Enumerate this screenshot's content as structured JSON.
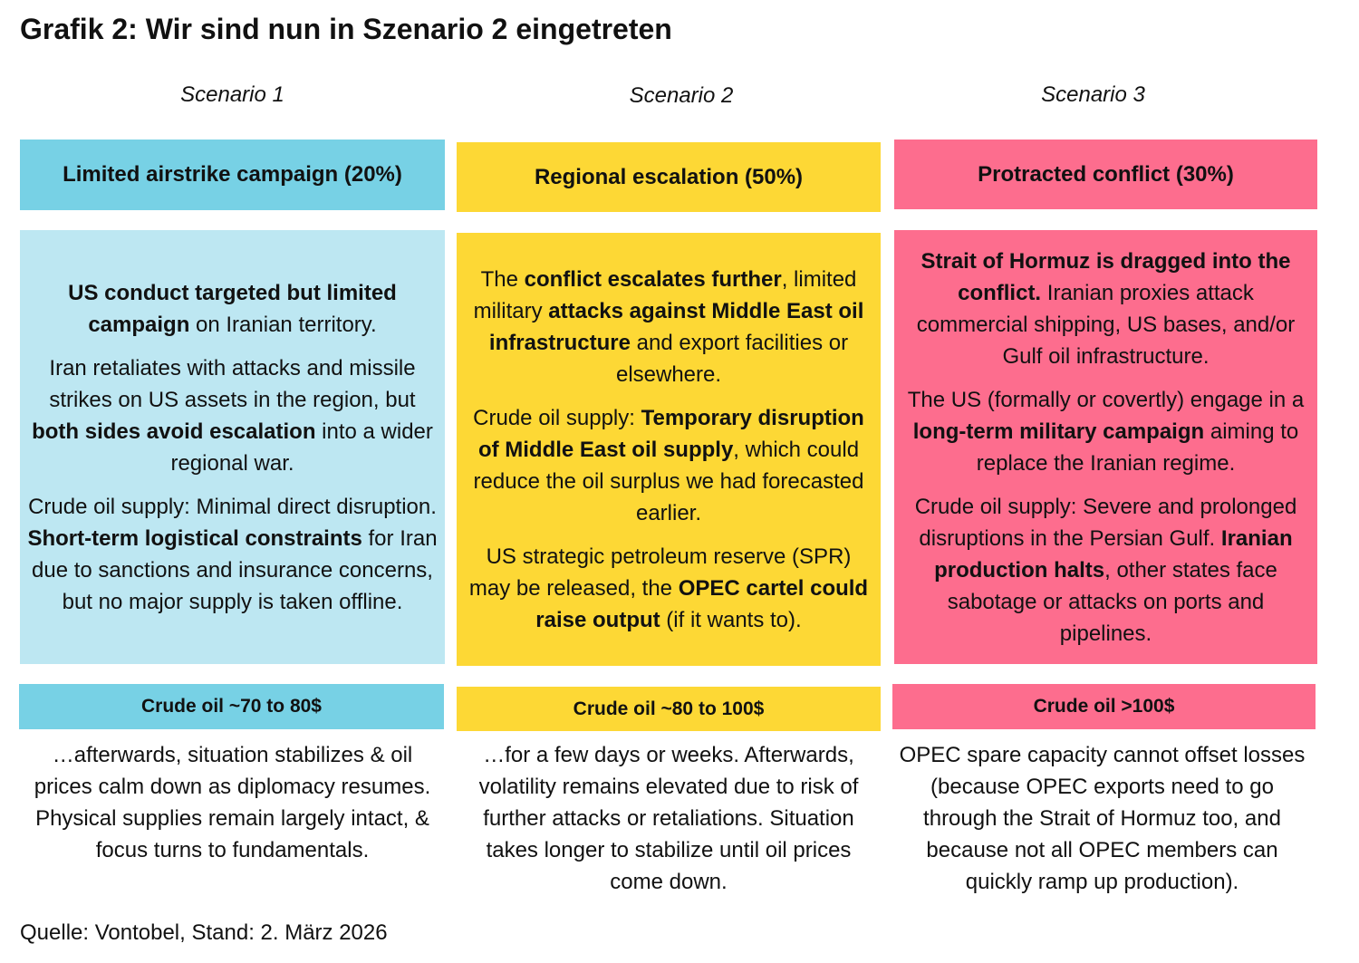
{
  "title": "Grafik 2: Wir sind nun in Szenario 2 eingetreten",
  "source": "Quelle: Vontobel, Stand: 2. März 2026",
  "colors": {
    "scenario1_dark": "#77d1e5",
    "scenario1_light": "#bde7f2",
    "scenario2": "#fdd835",
    "scenario3": "#fd6d8e"
  },
  "scenarios": [
    {
      "label": "Scenario 1",
      "heading": "Limited airstrike campaign (20%)",
      "body": [
        [
          {
            "text": "US conduct targeted but limited campaign",
            "bold": true
          },
          {
            "text": " on Iranian territory.",
            "bold": false
          }
        ],
        [
          {
            "text": "Iran retaliates with attacks and missile strikes on US assets in the region, but ",
            "bold": false
          },
          {
            "text": "both sides avoid escalation",
            "bold": true
          },
          {
            "text": " into a wider regional war.",
            "bold": false
          }
        ],
        [
          {
            "text": "Crude oil supply: Minimal direct disruption. ",
            "bold": false
          },
          {
            "text": "Short-term logistical constraints",
            "bold": true
          },
          {
            "text": " for Iran due to sanctions and insurance concerns, but no major supply is taken offline.",
            "bold": false
          }
        ]
      ],
      "price": "Crude oil ~70 to 80$",
      "outcome": "…afterwards, situation stabilizes & oil prices calm down as diplomacy resumes. Physical supplies remain largely intact, & focus turns to fundamentals."
    },
    {
      "label": "Scenario 2",
      "heading": "Regional escalation (50%)",
      "body": [
        [
          {
            "text": "The ",
            "bold": false
          },
          {
            "text": "conflict escalates further",
            "bold": true
          },
          {
            "text": ", limited military ",
            "bold": false
          },
          {
            "text": "attacks against Middle East oil infrastructure",
            "bold": true
          },
          {
            "text": " and export facilities or elsewhere.",
            "bold": false
          }
        ],
        [
          {
            "text": "Crude oil supply: ",
            "bold": false
          },
          {
            "text": "Temporary disruption of Middle East oil supply",
            "bold": true
          },
          {
            "text": ", which could reduce the oil surplus we had forecasted earlier.",
            "bold": false
          }
        ],
        [
          {
            "text": "US strategic petroleum reserve (SPR) may be released, the ",
            "bold": false
          },
          {
            "text": "OPEC cartel could raise output",
            "bold": true
          },
          {
            "text": "  (if it wants to).",
            "bold": false
          }
        ]
      ],
      "price": "Crude oil ~80 to 100$",
      "outcome": "…for a few days or weeks. Afterwards, volatility remains elevated due to risk of further attacks or retaliations. Situation takes longer to stabilize until oil prices come down."
    },
    {
      "label": "Scenario 3",
      "heading": "Protracted conflict (30%)",
      "body": [
        [
          {
            "text": "Strait of Hormuz is dragged into the conflict.",
            "bold": true
          },
          {
            "text": " Iranian proxies attack commercial shipping, US bases, and/or Gulf oil infrastructure.",
            "bold": false
          }
        ],
        [
          {
            "text": "The US (formally or covertly) engage in a ",
            "bold": false
          },
          {
            "text": "long-term military campaign",
            "bold": true
          },
          {
            "text": " aiming to replace the Iranian regime.",
            "bold": false
          }
        ],
        [
          {
            "text": "Crude oil supply: Severe and prolonged disruptions in the Persian Gulf. ",
            "bold": false
          },
          {
            "text": "Iranian production halts",
            "bold": true
          },
          {
            "text": ", other states face sabotage or attacks on ports and pipelines.",
            "bold": false
          }
        ]
      ],
      "price": "Crude oil >100$",
      "outcome": "OPEC spare capacity cannot offset losses (because OPEC exports need to go through the Strait of Hormuz too, and because not all OPEC members can quickly ramp up production)."
    }
  ]
}
